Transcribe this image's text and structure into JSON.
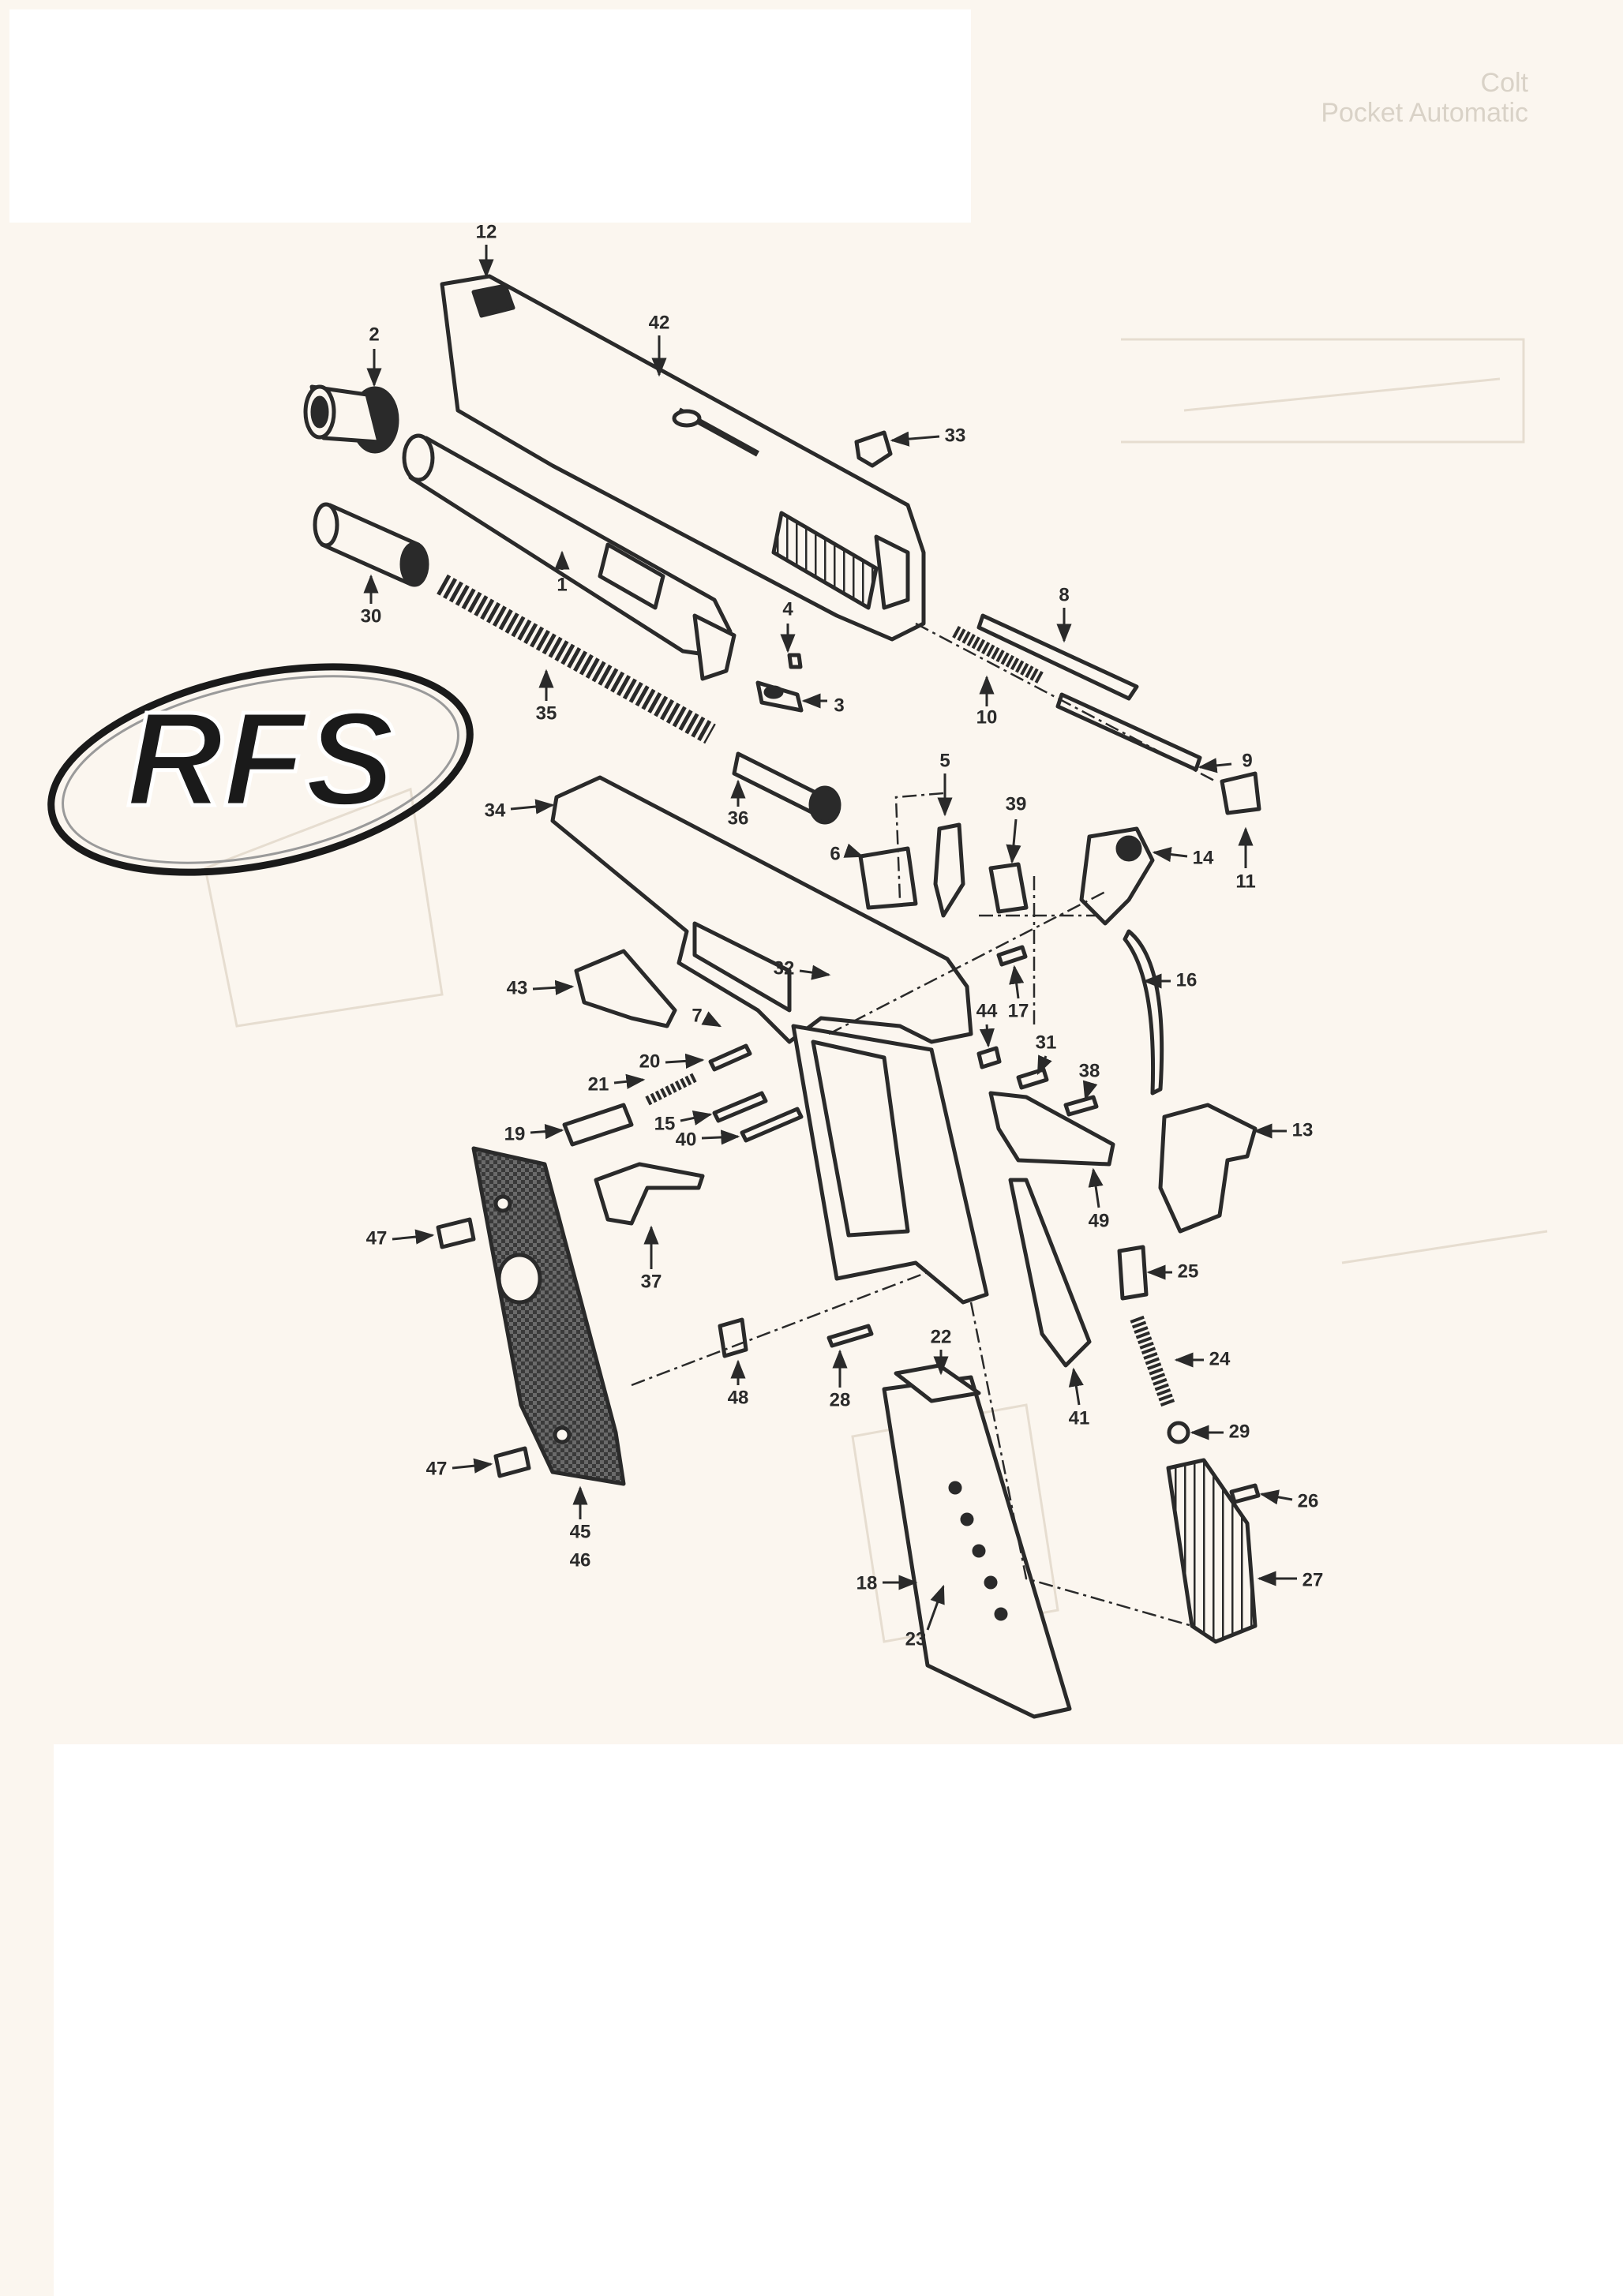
{
  "header": {
    "maker": "Colt",
    "model": "Pocket Automatic"
  },
  "logo": {
    "text": "RFS"
  },
  "parts": [
    {
      "num": "1"
    },
    {
      "num": "2"
    },
    {
      "num": "3"
    },
    {
      "num": "4"
    },
    {
      "num": "5"
    },
    {
      "num": "6"
    },
    {
      "num": "7"
    },
    {
      "num": "8"
    },
    {
      "num": "9"
    },
    {
      "num": "10"
    },
    {
      "num": "11"
    },
    {
      "num": "12"
    },
    {
      "num": "13"
    },
    {
      "num": "14"
    },
    {
      "num": "15"
    },
    {
      "num": "16"
    },
    {
      "num": "17"
    },
    {
      "num": "18"
    },
    {
      "num": "19"
    },
    {
      "num": "20"
    },
    {
      "num": "21"
    },
    {
      "num": "22"
    },
    {
      "num": "23"
    },
    {
      "num": "24"
    },
    {
      "num": "25"
    },
    {
      "num": "26"
    },
    {
      "num": "27"
    },
    {
      "num": "28"
    },
    {
      "num": "29"
    },
    {
      "num": "30"
    },
    {
      "num": "31"
    },
    {
      "num": "32"
    },
    {
      "num": "33"
    },
    {
      "num": "34"
    },
    {
      "num": "35"
    },
    {
      "num": "36"
    },
    {
      "num": "37"
    },
    {
      "num": "38"
    },
    {
      "num": "39"
    },
    {
      "num": "40"
    },
    {
      "num": "41"
    },
    {
      "num": "42"
    },
    {
      "num": "43"
    },
    {
      "num": "44"
    },
    {
      "num": "45"
    },
    {
      "num": "46"
    },
    {
      "num": "47"
    },
    {
      "num": "47"
    },
    {
      "num": "48"
    },
    {
      "num": "49"
    }
  ],
  "colors": {
    "paper": "#fbf6ef",
    "ink": "#2a2a2a",
    "mask": "#ffffff"
  }
}
